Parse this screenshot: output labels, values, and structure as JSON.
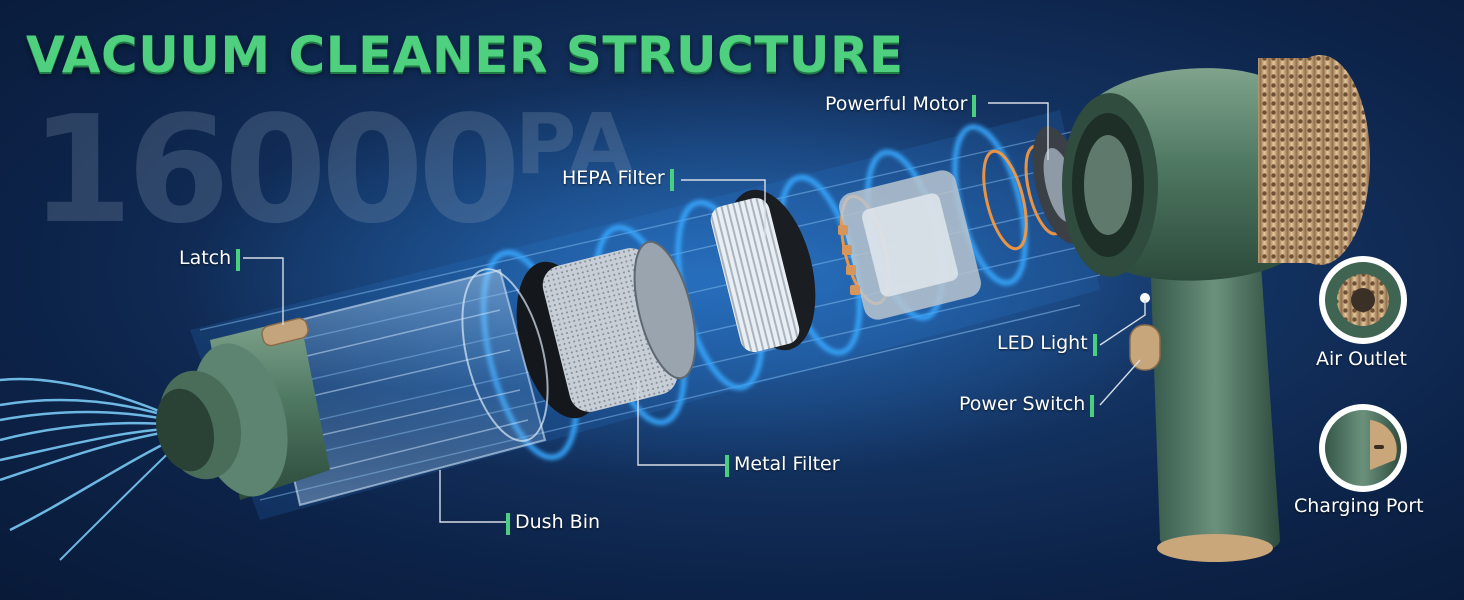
{
  "title": "VACUUM CLEANER STRUCTURE",
  "suction": {
    "value": "16000",
    "unit": "PA"
  },
  "labels": {
    "powerful_motor": "Powerful Motor",
    "hepa_filter": "HEPA Filter",
    "latch": "Latch",
    "led_light": "LED Light",
    "power_switch": "Power Switch",
    "metal_filter": "Metal Filter",
    "dust_bin": "Dush Bin",
    "air_outlet": "Air Outlet",
    "charging_port": "Charging Port"
  },
  "colors": {
    "accent": "#49d07f",
    "body_green": "#4f7862",
    "gold": "#c9a77a",
    "glow": "#3fb0ff",
    "background": "#143463"
  }
}
